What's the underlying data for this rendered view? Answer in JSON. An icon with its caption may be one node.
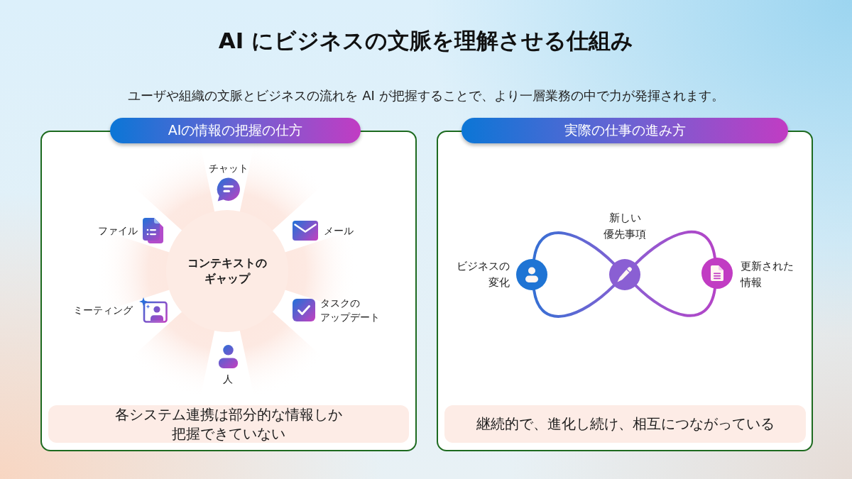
{
  "diagram": {
    "title": "AI にビジネスの文脈を理解させる仕組み",
    "caption": "ユーザや組織の文脈とビジネスの流れを AI が把握することで、より一層業務の中で力が発揮されます。",
    "nodes": [
      {
        "text": [
          "AIの情報の把握の仕方"
        ]
      },
      {
        "text": [
          "コンテキストのギャップ"
        ],
        "in": 0
      },
      {
        "text": [
          "各システム連携は部分的な情報しか把握できていない"
        ],
        "in": 0
      },
      {
        "text": [
          "実際の仕事の進み方"
        ]
      },
      {
        "text": [],
        "shape": "circle",
        "in": 3,
        "beside": [
          "ビジネスの変化"
        ]
      },
      {
        "text": [],
        "shape": "circle",
        "in": 3,
        "beside": [
          "新しい優先事項"
        ]
      },
      {
        "text": [],
        "shape": "circle",
        "in": 3,
        "beside": [
          "更新された情報"
        ]
      },
      {
        "text": [
          "継続的で、進化し続け、相互につながっている"
        ],
        "in": 3
      }
    ],
    "edges": [
      {
        "from": 4,
        "to": 5,
        "arrow": "none"
      },
      {
        "from": 5,
        "to": 6,
        "arrow": "none"
      },
      {
        "from": 6,
        "to": 5,
        "arrow": "none"
      },
      {
        "from": 5,
        "to": 4,
        "arrow": "none"
      }
    ],
    "labels": [
      "チャット",
      "ファイル",
      "メール",
      "ミーティング",
      "タスクのアップデート",
      "人"
    ]
  }
}
